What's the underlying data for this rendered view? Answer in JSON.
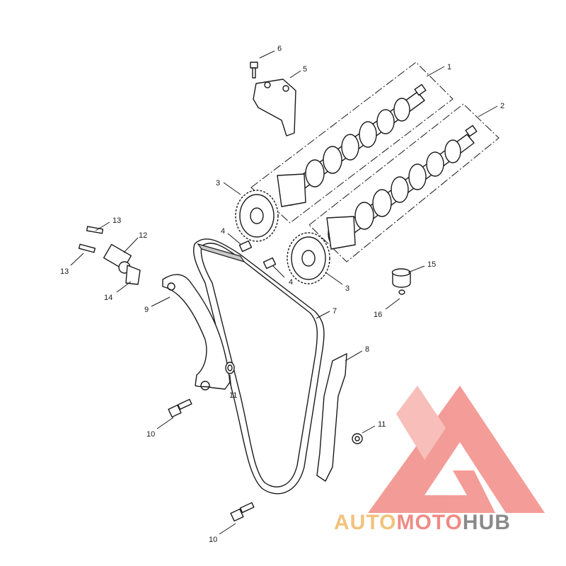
{
  "callouts": [
    {
      "id": "c1",
      "label": "1"
    },
    {
      "id": "c2",
      "label": "2"
    },
    {
      "id": "c3a",
      "label": "3"
    },
    {
      "id": "c3b",
      "label": "3"
    },
    {
      "id": "c4a",
      "label": "4"
    },
    {
      "id": "c4b",
      "label": "4"
    },
    {
      "id": "c5",
      "label": "5"
    },
    {
      "id": "c6",
      "label": "6"
    },
    {
      "id": "c7",
      "label": "7"
    },
    {
      "id": "c8",
      "label": "8"
    },
    {
      "id": "c9",
      "label": "9"
    },
    {
      "id": "c10a",
      "label": "10"
    },
    {
      "id": "c10b",
      "label": "10"
    },
    {
      "id": "c11a",
      "label": "11"
    },
    {
      "id": "c11b",
      "label": "11"
    },
    {
      "id": "c12",
      "label": "12"
    },
    {
      "id": "c13a",
      "label": "13"
    },
    {
      "id": "c13b",
      "label": "13"
    },
    {
      "id": "c14",
      "label": "14"
    },
    {
      "id": "c15",
      "label": "15"
    },
    {
      "id": "c16",
      "label": "16"
    }
  ],
  "watermark": {
    "part1": "AUTO",
    "part2": "MOTO",
    "part3": "HUB",
    "colors": {
      "part1": "#f2c27a",
      "part2": "#f08a84",
      "part3": "#8a8a8a",
      "logo": "#f28b86"
    }
  }
}
